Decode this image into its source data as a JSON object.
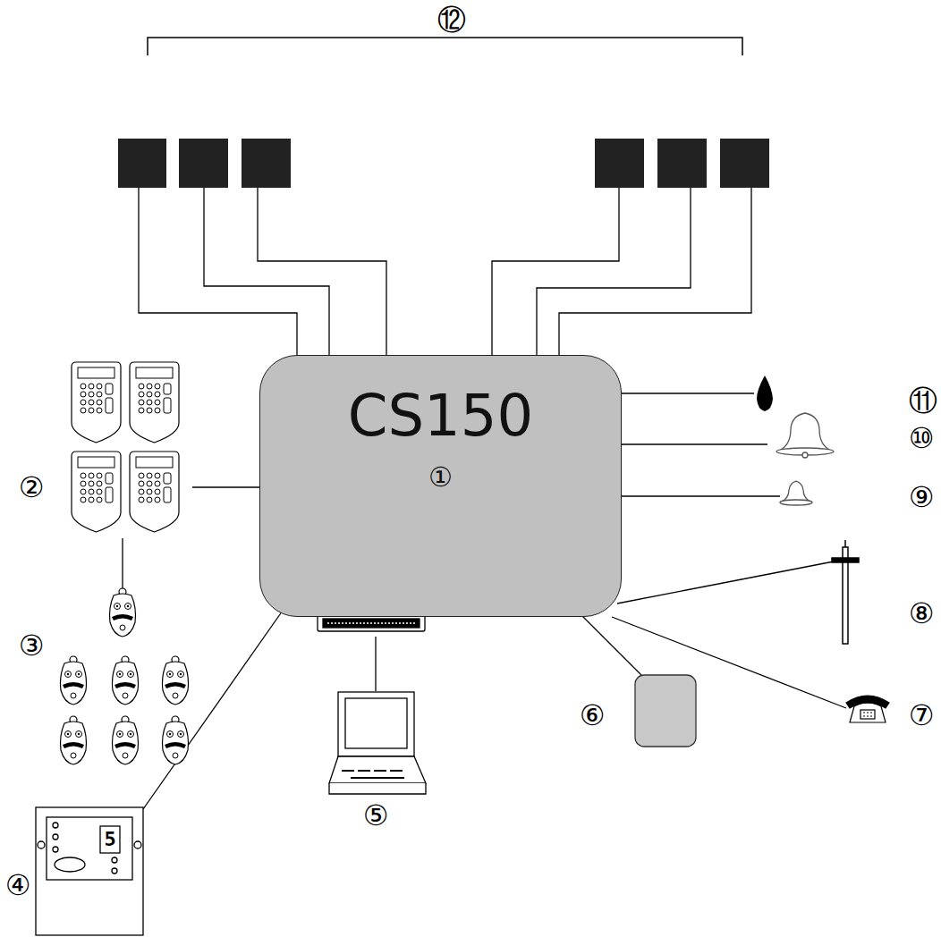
{
  "diagram": {
    "nodes": [
      {
        "text": [
          "CS150",
          "①"
        ]
      }
    ],
    "labels": [
      "②",
      "③",
      "④",
      "⑤",
      "⑥",
      "⑦",
      "⑧",
      "⑨",
      "⑩",
      "⑪",
      "⑫",
      "5"
    ]
  }
}
